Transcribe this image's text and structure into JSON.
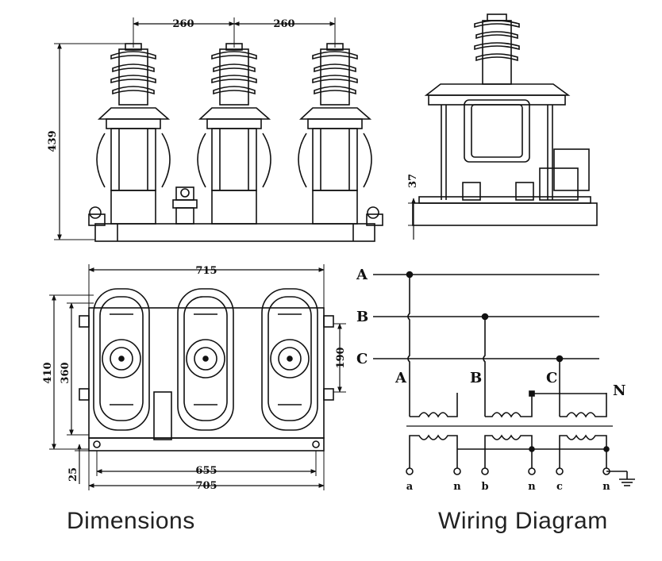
{
  "captions": {
    "dimensions": "Dimensions",
    "wiring": "Wiring Diagram"
  },
  "front_view": {
    "spacing_1": "260",
    "spacing_2": "260",
    "height": "439"
  },
  "side_view": {
    "base_height": "37"
  },
  "top_view": {
    "overall_width": "715",
    "depth_outer": "410",
    "depth_inner": "360",
    "bushing_offset": "190",
    "mount_width_inner": "655",
    "mount_width_outer": "705",
    "base_offset": "25"
  },
  "wiring": {
    "bus_labels": [
      "A",
      "B",
      "C"
    ],
    "primary_labels": [
      "A",
      "B",
      "C"
    ],
    "neutral_label": "N",
    "secondary_labels": [
      "a",
      "n",
      "b",
      "n",
      "c",
      "n"
    ]
  }
}
